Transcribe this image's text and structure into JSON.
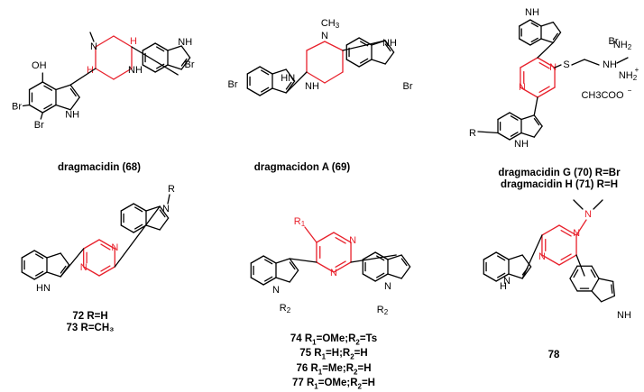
{
  "compounds": [
    {
      "caption": "dragmacidin (68)"
    },
    {
      "caption": "dragmacidon A (69)"
    },
    {
      "caption_lines": [
        "dragmacidin G (70) R=Br",
        "dragmacidin H (71) R=H"
      ]
    },
    {
      "caption_lines": [
        "72 R=H",
        "73 R=CH₃"
      ]
    },
    {
      "caption_lines": [
        {
          "id": "74",
          "r1": "OMe",
          "r2": "Ts"
        },
        {
          "id": "75",
          "r1": "H",
          "r2": "H"
        },
        {
          "id": "76",
          "r1": "Me",
          "r2": "H"
        },
        {
          "id": "77",
          "r1": "OMe",
          "r2": "H"
        }
      ]
    },
    {
      "caption": "78"
    }
  ],
  "atom_labels": {
    "oh": "OH",
    "br": "Br",
    "nh": "NH",
    "hn": "HN",
    "h": "H",
    "n": "N",
    "ch3": "CH3",
    "r": "R",
    "r1": "R1",
    "r2": "R2",
    "nh2": "NH2",
    "s": "S",
    "acetate": "CH3COO",
    "plus": "+",
    "minus": "−"
  },
  "colors": {
    "bond": "#000000",
    "highlight": "#e8212c"
  }
}
